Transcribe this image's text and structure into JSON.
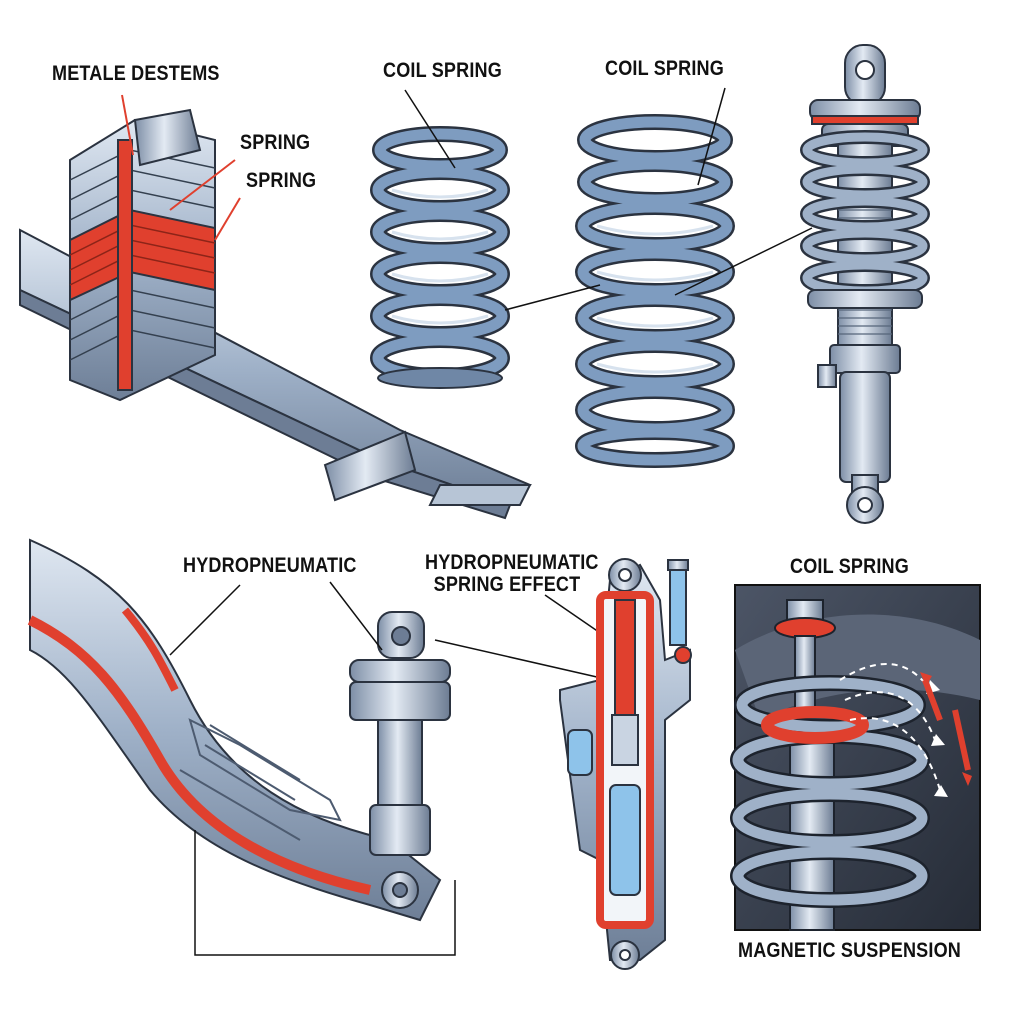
{
  "labels": {
    "metal_systems": "METALE DESTEMS",
    "spring_1": "SPRING",
    "spring_2": "SPRING",
    "coil_spring_1": "COIL SPRING",
    "coil_spring_2": "COIL SPRING",
    "hydropneumatic": "HYDROPNEUMATIC",
    "hydropneumatic_effect_line1": "HYDROPNEUMATIC",
    "hydropneumatic_effect_line2": "SPRING EFFECT",
    "coil_spring_3": "COIL SPRING",
    "magnetic_suspension": "MAGNETIC SUSPENSION"
  },
  "colors": {
    "steel": "#8fa3bd",
    "steel_dark": "#4d5b70",
    "steel_light": "#cfd9e6",
    "spring_blue": "#7e9cc0",
    "accent_red": "#e0402e",
    "fluid_blue": "#8ec3ea",
    "panel_dark": "#3a4252",
    "outline": "#2b3340"
  }
}
